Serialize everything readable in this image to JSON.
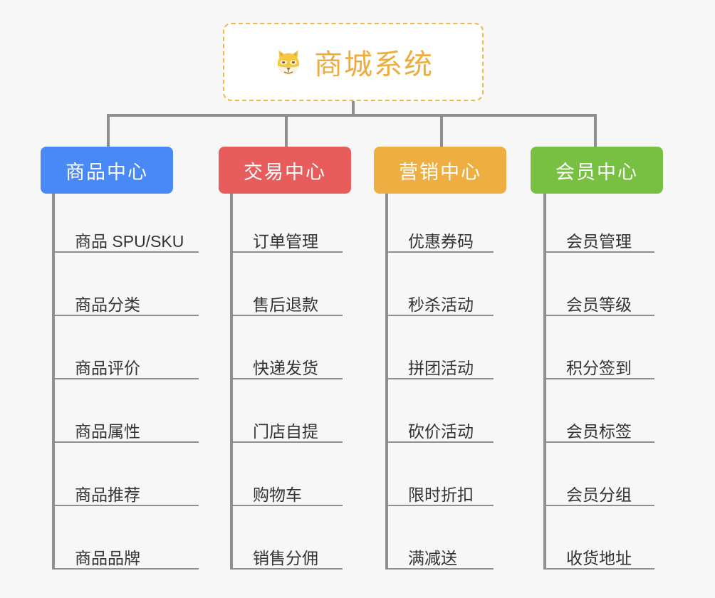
{
  "page": {
    "background_color": "#f7f7f7",
    "line_color": "#8f8f8f",
    "leaf_text_color": "#333333"
  },
  "root": {
    "title": "商城系统",
    "icon": "shiba-dog-face-emoji",
    "text_color": "#edac3e",
    "border_color": "#f0b849",
    "background_color": "#ffffff"
  },
  "columns": [
    {
      "id": "product-center",
      "label": "商品中心",
      "color": "#4889f5",
      "items": [
        "商品 SPU/SKU",
        "商品分类",
        "商品评价",
        "商品属性",
        "商品推荐",
        "商品品牌"
      ]
    },
    {
      "id": "trade-center",
      "label": "交易中心",
      "color": "#e85c5c",
      "items": [
        "订单管理",
        "售后退款",
        "快递发货",
        "门店自提",
        "购物车",
        "销售分佣"
      ]
    },
    {
      "id": "marketing-center",
      "label": "营销中心",
      "color": "#eeae42",
      "items": [
        "优惠券码",
        "秒杀活动",
        "拼团活动",
        "砍价活动",
        "限时折扣",
        "满减送"
      ]
    },
    {
      "id": "member-center",
      "label": "会员中心",
      "color": "#78c042",
      "items": [
        "会员管理",
        "会员等级",
        "积分签到",
        "会员标签",
        "会员分组",
        "收货地址"
      ]
    }
  ]
}
